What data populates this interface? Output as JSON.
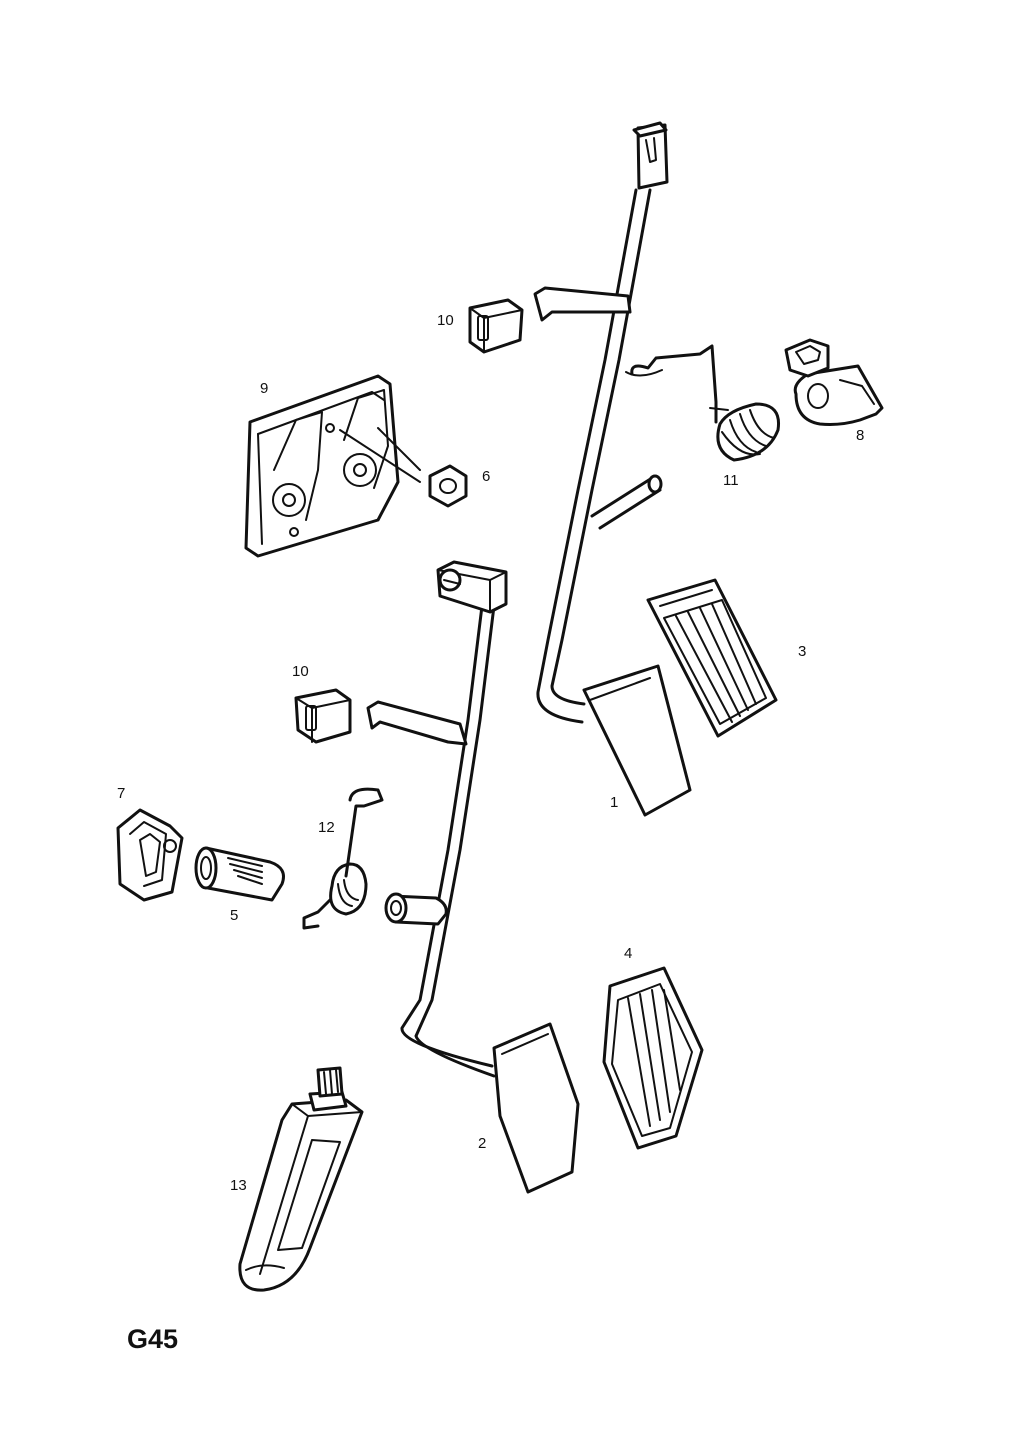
{
  "diagram_code": "G45",
  "labels": {
    "p1": "1",
    "p2": "2",
    "p3": "3",
    "p4": "4",
    "p5": "5",
    "p6": "6",
    "p7": "7",
    "p8": "8",
    "p9": "9",
    "p10a": "10",
    "p10b": "10",
    "p11": "11",
    "p12": "12",
    "p13": "13"
  }
}
